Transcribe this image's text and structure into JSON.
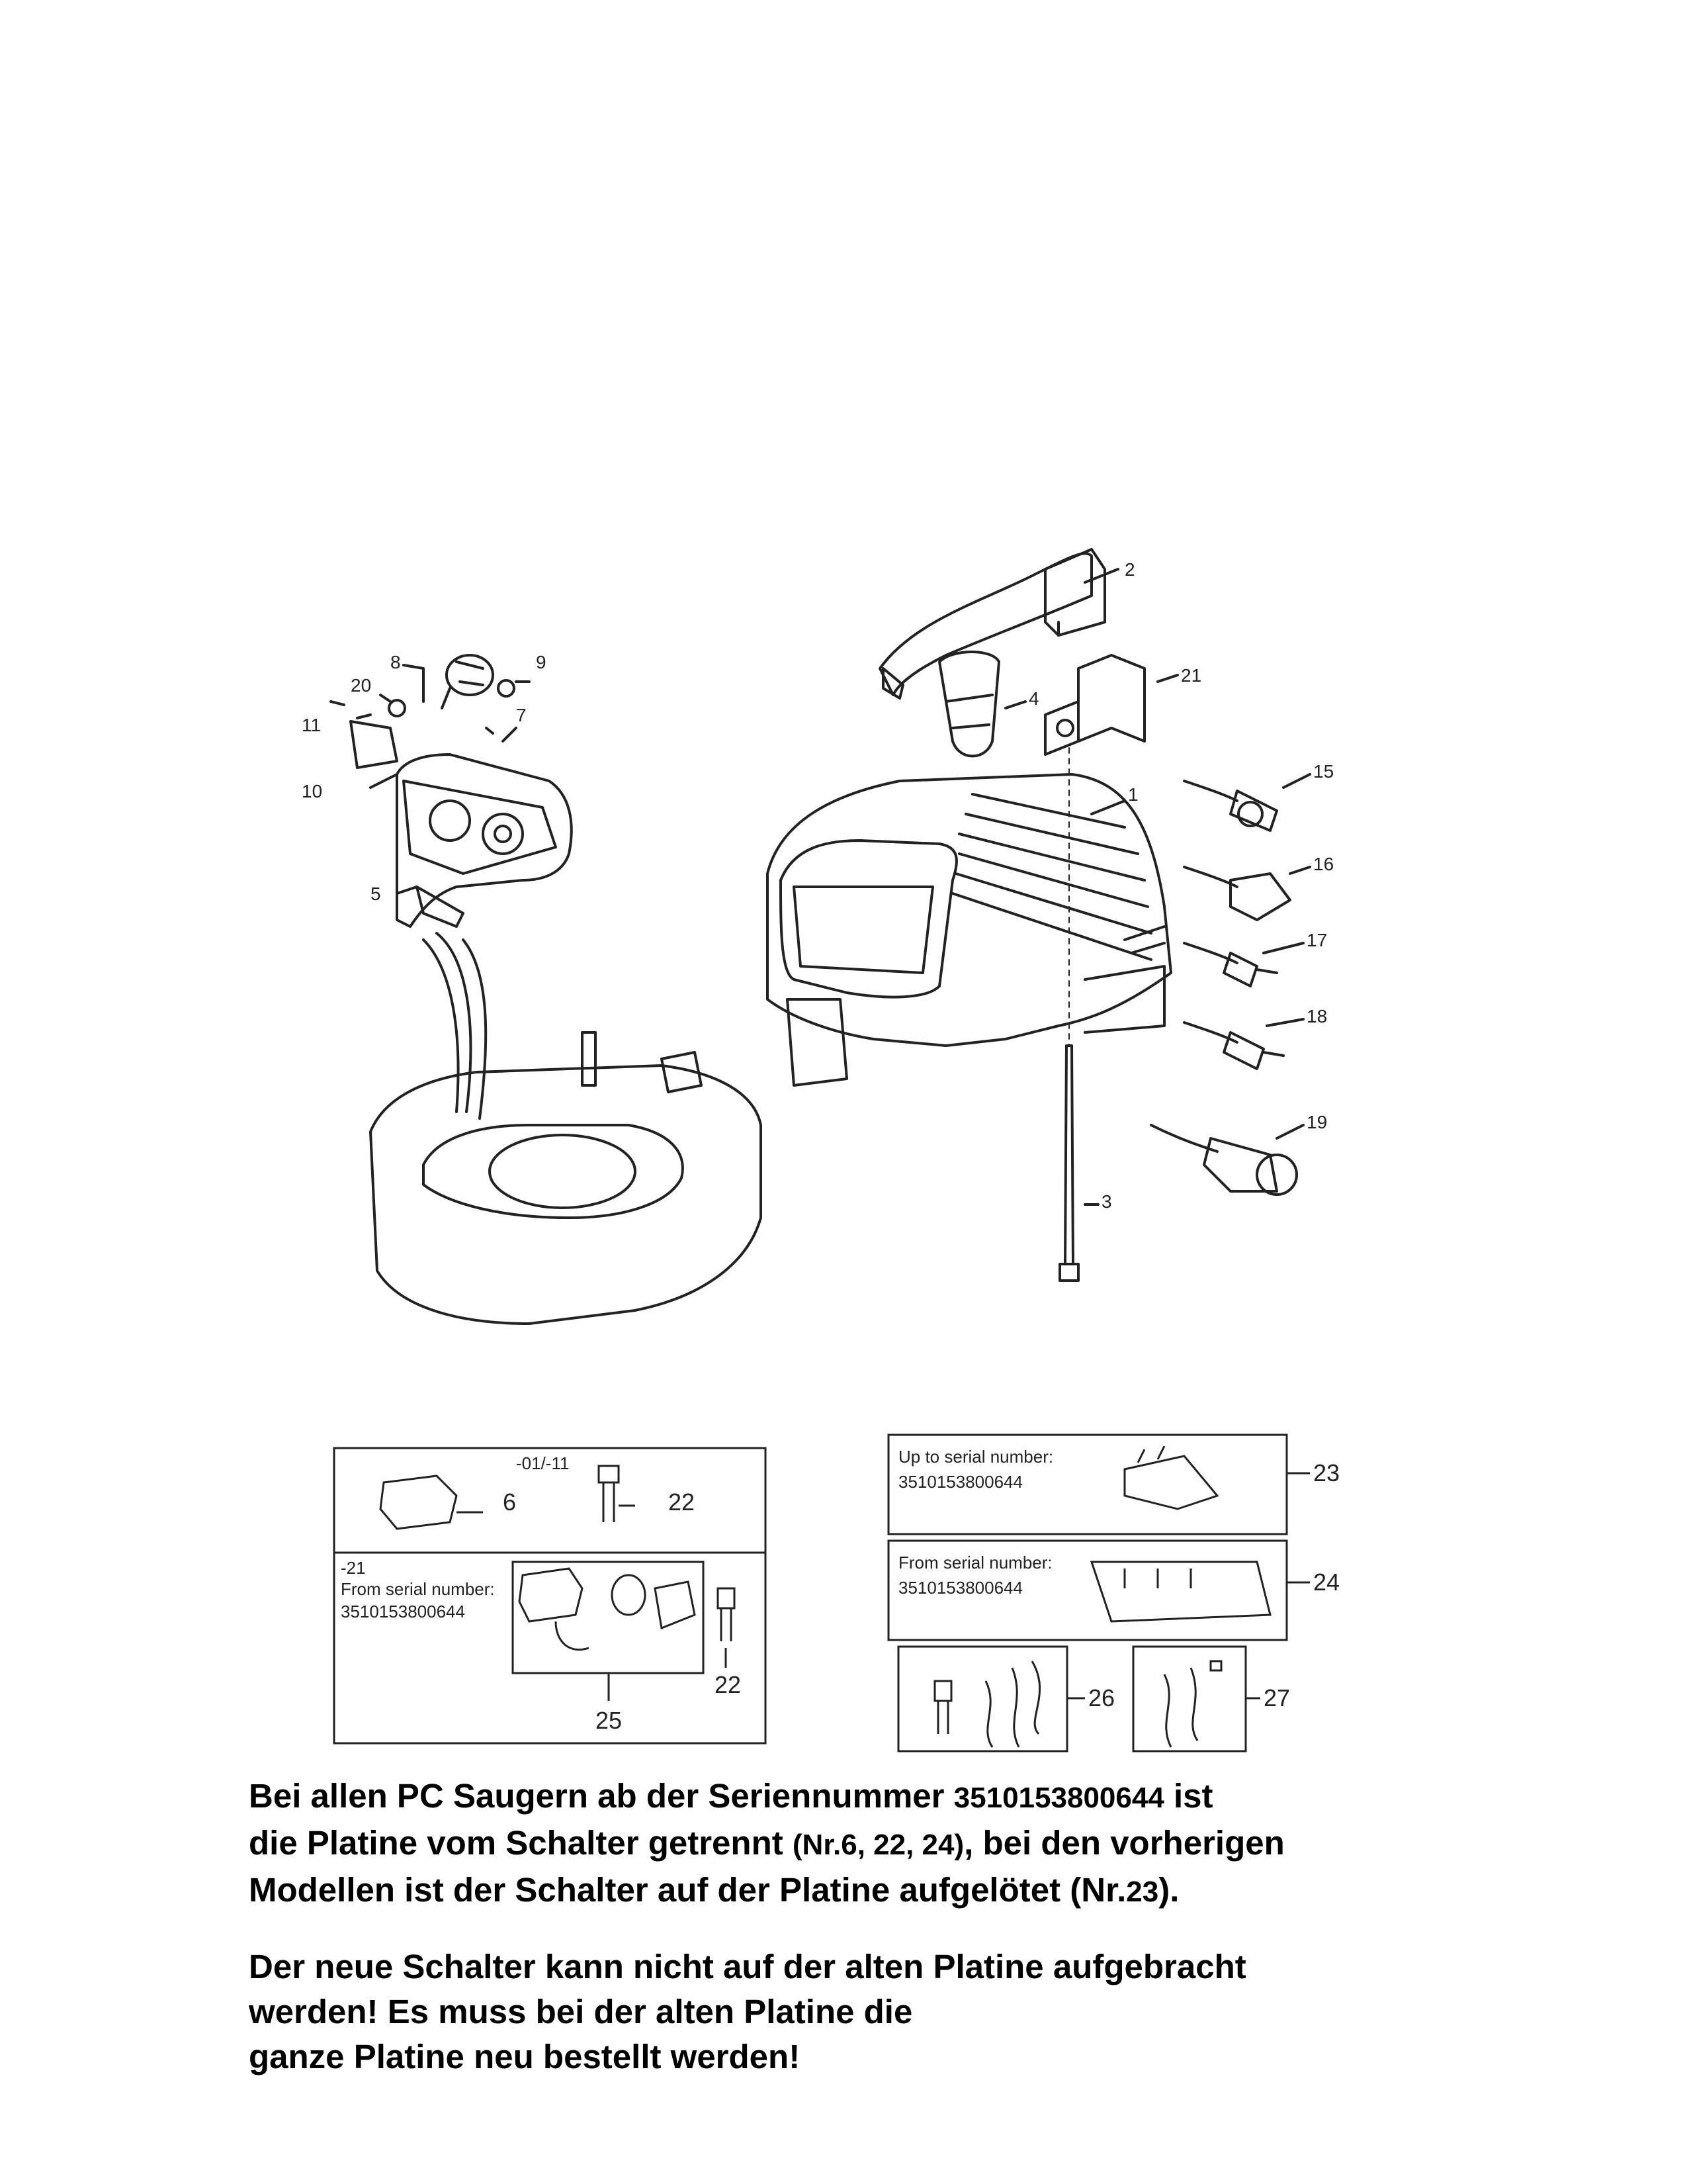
{
  "callouts": {
    "c1": "1",
    "c2": "2",
    "c3": "3",
    "c4": "4",
    "c5": "5",
    "c6": "6",
    "c7": "7",
    "c8": "8",
    "c9": "9",
    "c10": "10",
    "c11": "11",
    "c15": "15",
    "c16": "16",
    "c17": "17",
    "c18": "18",
    "c19": "19",
    "c20": "20",
    "c21": "21"
  },
  "boxes": {
    "left_top": {
      "variant": "-01/-11",
      "part_a": "6",
      "part_b": "22"
    },
    "left_bottom": {
      "variant": "-21",
      "label": "From serial number:",
      "serial": "3510153800644",
      "group": "25",
      "part_b": "22"
    },
    "right_top": {
      "label": "Up to serial number:",
      "serial": "3510153800644",
      "part": "23"
    },
    "right_bottom": {
      "label": "From serial number:",
      "serial": "3510153800644",
      "part": "24"
    },
    "small_left": {
      "part": "26"
    },
    "small_right": {
      "part": "27"
    }
  },
  "note": {
    "p1_l1_a": "Bei allen PC Saugern ab der Seriennummer ",
    "p1_l1_serial": "3510153800644",
    "p1_l1_b": " ist",
    "p1_l2_a": "die Platine vom Schalter getrennt ",
    "p1_l2_ref": "(Nr.6, 22, 24)",
    "p1_l2_b": ", bei den vorherigen",
    "p1_l3_a": "Modellen ist der Schalter auf der Platine aufgelötet (Nr.",
    "p1_l3_ref": "23",
    "p1_l3_b": ").",
    "p2_l1": "Der neue Schalter kann nicht auf der alten Platine aufgebracht",
    "p2_l2": "werden! Es muss bei der alten Platine die",
    "p2_l3": "ganze Platine neu bestellt werden!"
  }
}
